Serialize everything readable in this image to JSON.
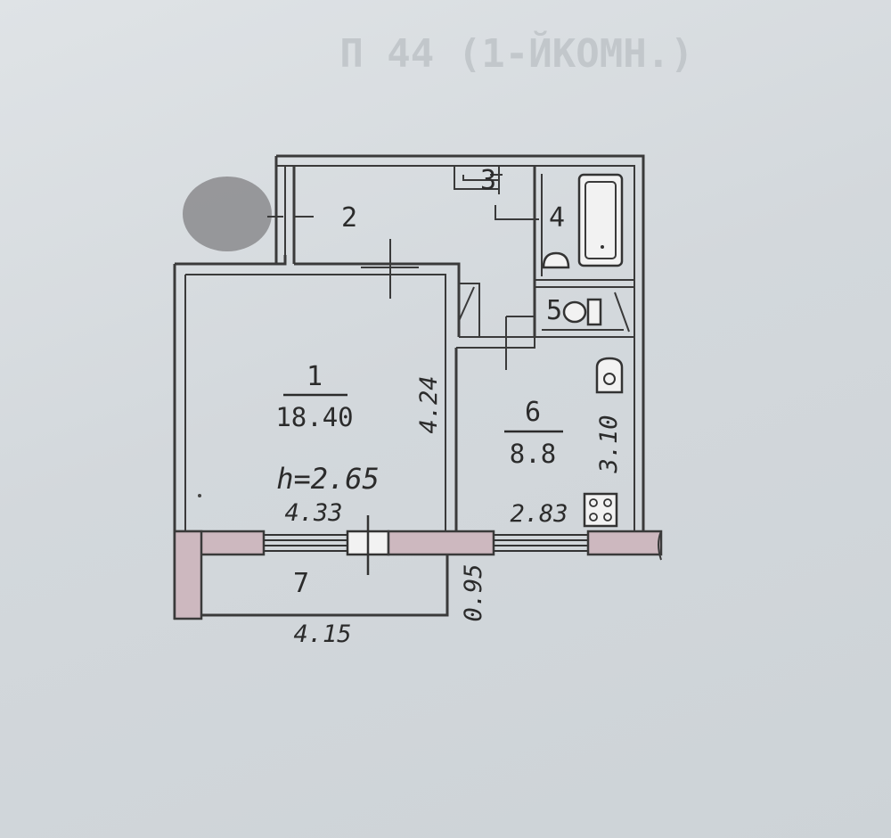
{
  "plan": {
    "header_text": "П 44 (1-ЙКОМН.)",
    "rooms": [
      {
        "number": "1",
        "area": "18.40"
      },
      {
        "number": "2"
      },
      {
        "number": "3"
      },
      {
        "number": "4"
      },
      {
        "number": "5"
      },
      {
        "number": "6",
        "area": "8.8"
      },
      {
        "number": "7"
      }
    ],
    "ceiling_height": "h=2.65",
    "dimensions": {
      "room1_width": "4.33",
      "room1_depth": "4.24",
      "kitchen_depth": "3.10",
      "kitchen_width": "2.83",
      "balcony_width": "4.15",
      "balcony_depth": "0.95"
    },
    "colors": {
      "paper": "#d6dadd",
      "ink": "#2b2b2b",
      "exterior_wall": "#cdb8bf"
    }
  }
}
